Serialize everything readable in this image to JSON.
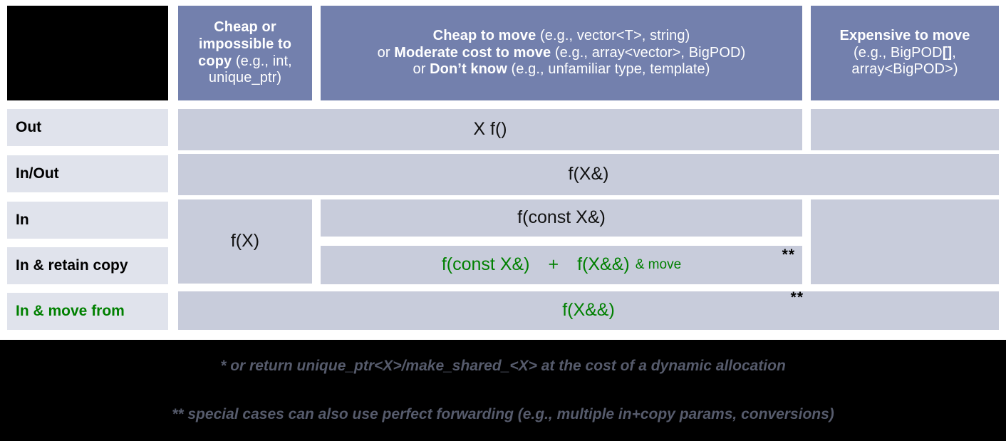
{
  "table": {
    "corner_label": "",
    "columns": [
      {
        "id": "col-row-label",
        "label": ""
      },
      {
        "id": "col-cheap-or-impossible-to-copy",
        "line1_bold": "Cheap or",
        "line2_bold": "impossible to",
        "line3_bold": "copy",
        "line3_rest": " (e.g., int,",
        "line4_rest": "unique_ptr)"
      },
      {
        "id": "col-cheap-to-move",
        "line1_bold": "Cheap to move",
        "line1_rest": " (e.g., vector<T>, string)",
        "line2_pre": "or ",
        "line2_bold": "Moderate cost to move",
        "line2_rest": " (e.g., array<vector>, BigPOD)",
        "line3_pre": "or ",
        "line3_bold": "Don’t know",
        "line3_rest": " (e.g., unfamiliar type, template)"
      },
      {
        "id": "col-expensive-to-move",
        "line1_bold": "Expensive to move",
        "line2_rest": "(e.g., BigPOD",
        "line2_bold": "[]",
        "line2_tail": ",",
        "line3_rest": "array<BigPOD>)"
      }
    ],
    "rows": [
      {
        "id": "row-out",
        "label": "Out",
        "label_color": "#000000"
      },
      {
        "id": "row-in-out",
        "label": "In/Out",
        "label_color": "#000000"
      },
      {
        "id": "row-in",
        "label": "In",
        "label_color": "#000000"
      },
      {
        "id": "row-in-retain-copy",
        "label": "In & retain copy",
        "label_color": "#000000"
      },
      {
        "id": "row-in-move-from",
        "label": "In & move from",
        "label_color": "#008000"
      }
    ],
    "cells": {
      "out_signature": "X f()",
      "inout_signature": "f(X&)",
      "in_cheap_copy_signature": "f(X)",
      "in_signature": "f(const X&)",
      "retain_copy_part1": "f(const X&)",
      "retain_copy_plus": "+",
      "retain_copy_part2": "f(X&&)",
      "retain_copy_part3": "& move",
      "retain_copy_marker": "**",
      "move_from_signature": "f(X&&)",
      "move_from_marker": "**"
    }
  },
  "footnotes": [
    {
      "id": "footnote-single-star",
      "text": "* or return unique_ptr<X>/make_shared_<X> at the cost of a dynamic allocation"
    },
    {
      "id": "footnote-double-star",
      "text": "** special cases can also use perfect forwarding (e.g., multiple in+copy params, conversions)"
    }
  ],
  "colors": {
    "header_blue": "#7380ad",
    "cell_lavender": "#c8ccdb",
    "row_label_gray": "#e0e3ec",
    "accent_green": "#008000",
    "footer_black": "#000000",
    "footnote_gray": "#565b6c"
  }
}
